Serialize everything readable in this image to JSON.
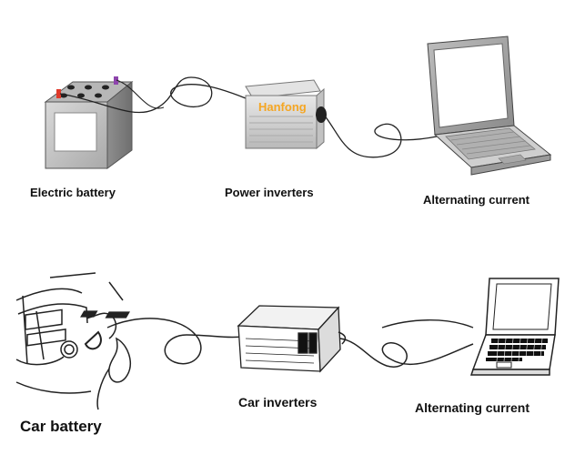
{
  "scene_top": {
    "battery_label": "Electric battery",
    "inverter_label": "Power inverters",
    "inverter_brand": "Hanfong",
    "ac_label": "Alternating current"
  },
  "scene_bottom": {
    "car_battery_label": "Car battery",
    "car_inverter_label": "Car inverters",
    "ac_label": "Alternating current"
  },
  "colors": {
    "brand_text": "#f5a623",
    "battery_terminal_red": "#e03a2a",
    "battery_terminal_purple": "#8e44ad",
    "line": "#222222",
    "gray_body": "#cfcfcf"
  }
}
